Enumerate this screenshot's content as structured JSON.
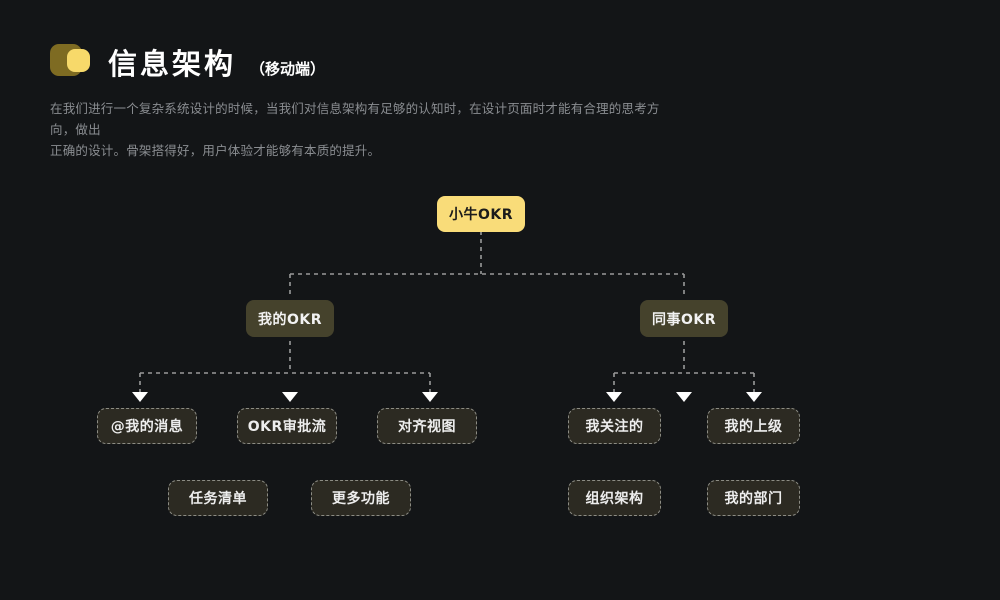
{
  "header": {
    "icon_name": "overlapping-squares-logo",
    "title": "信息架构",
    "subtitle": "（移动端）",
    "description_line1": "在我们进行一个复杂系统设计的时候，当我们对信息架构有足够的认知时，在设计页面时才能有合理的思考方向，做出",
    "description_line2": "正确的设计。骨架搭得好，用户体验才能够有本质的提升。"
  },
  "colors": {
    "background": "#131517",
    "root_fill": "#F9DC79",
    "root_text": "#1B1B1B",
    "branch_fill": "#45422C",
    "branch_text": "#F2F2F2",
    "leaf_fill": "#2C2A22",
    "leaf_text": "#EDEDED",
    "leaf_border": "#8C8C84",
    "connector": "#9A9A9A",
    "arrow": "#FFFFFF",
    "title_text": "#FFFFFF",
    "description_text": "#8A8D91",
    "icon_back": "#7E6B22",
    "icon_front": "#F7D96A"
  },
  "diagram": {
    "type": "tree",
    "root": {
      "label": "小牛OKR"
    },
    "branches": [
      {
        "label": "我的OKR"
      },
      {
        "label": "同事OKR"
      }
    ],
    "leaves_row1": [
      {
        "label": "@我的消息"
      },
      {
        "label": "OKR审批流"
      },
      {
        "label": "对齐视图"
      },
      {
        "label": "我关注的"
      },
      {
        "label": "我的上级"
      }
    ],
    "leaves_row2": [
      {
        "label": "任务清单"
      },
      {
        "label": "更多功能"
      },
      {
        "label": "组织架构"
      },
      {
        "label": "我的部门"
      }
    ]
  }
}
